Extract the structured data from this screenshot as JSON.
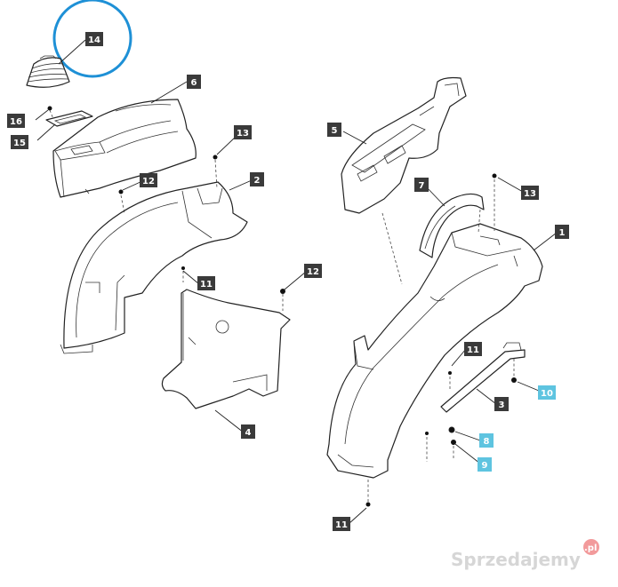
{
  "diagram": {
    "callouts": [
      {
        "id": "c14a",
        "label": "14",
        "style": "dark"
      },
      {
        "id": "c16",
        "label": "16",
        "style": "dark"
      },
      {
        "id": "c15",
        "label": "15",
        "style": "dark"
      },
      {
        "id": "c6",
        "label": "6",
        "style": "dark"
      },
      {
        "id": "c13a",
        "label": "13",
        "style": "dark"
      },
      {
        "id": "c12a",
        "label": "12",
        "style": "dark"
      },
      {
        "id": "c2",
        "label": "2",
        "style": "dark"
      },
      {
        "id": "c11a",
        "label": "11",
        "style": "dark"
      },
      {
        "id": "c12b",
        "label": "12",
        "style": "dark"
      },
      {
        "id": "c4",
        "label": "4",
        "style": "dark"
      },
      {
        "id": "c5",
        "label": "5",
        "style": "dark"
      },
      {
        "id": "c7",
        "label": "7",
        "style": "dark"
      },
      {
        "id": "c13b",
        "label": "13",
        "style": "dark"
      },
      {
        "id": "c1",
        "label": "1",
        "style": "dark"
      },
      {
        "id": "c11b",
        "label": "11",
        "style": "dark"
      },
      {
        "id": "c10",
        "label": "10",
        "style": "cyan"
      },
      {
        "id": "c3",
        "label": "3",
        "style": "dark"
      },
      {
        "id": "c8",
        "label": "8",
        "style": "cyan"
      },
      {
        "id": "c9",
        "label": "9",
        "style": "cyan"
      },
      {
        "id": "c11c",
        "label": "11",
        "style": "dark"
      }
    ],
    "highlight_color": "#1e90d6",
    "dark_label_color": "#3a3a3a",
    "cyan_label_color": "#5ec4e0"
  },
  "watermark": {
    "text": "Sprzedajemy",
    "suffix": ".pl"
  }
}
